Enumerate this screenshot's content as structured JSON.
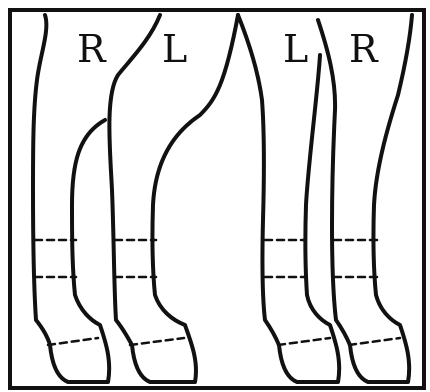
{
  "labels": [
    "R",
    "L",
    "L",
    "R"
  ],
  "colors": {
    "ink": "#111111",
    "background": "#ffffff"
  }
}
